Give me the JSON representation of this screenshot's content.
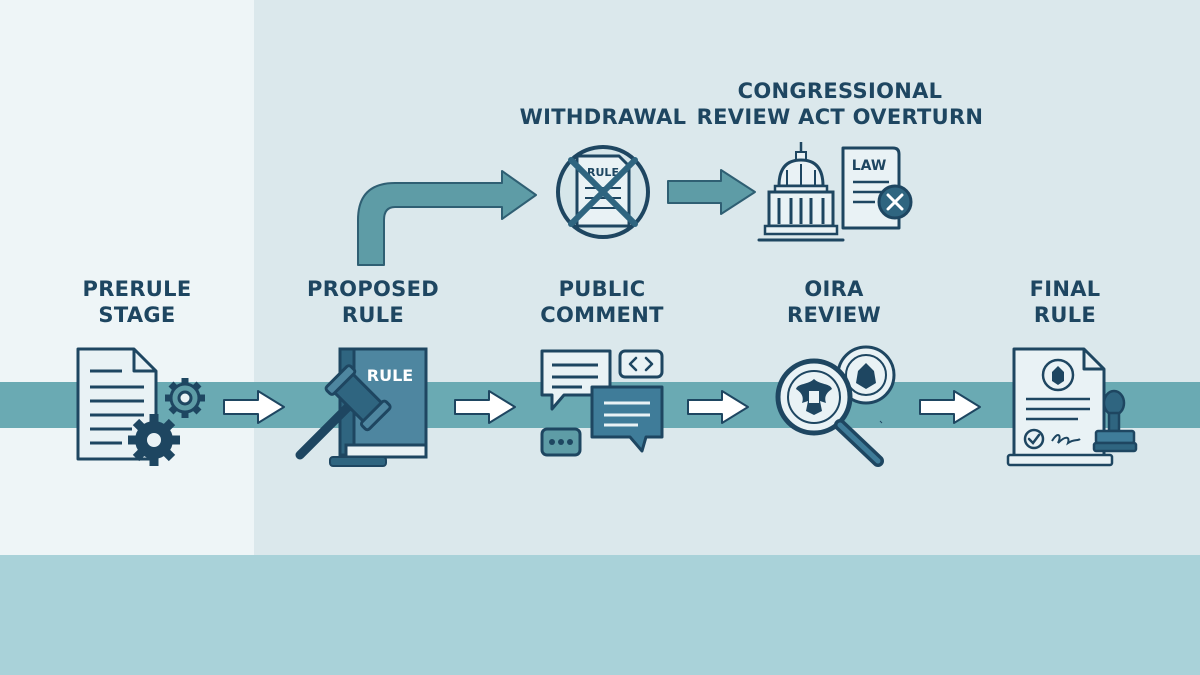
{
  "stages": [
    {
      "id": "prerule",
      "line1": "PRERULE",
      "line2": "STAGE",
      "icon": "document-gears-icon"
    },
    {
      "id": "proposed",
      "line1": "PROPOSED",
      "line2": "RULE",
      "icon": "gavel-book-icon",
      "book_text": "RULE"
    },
    {
      "id": "public",
      "line1": "PUBLIC",
      "line2": "COMMENT",
      "icon": "speech-bubbles-icon"
    },
    {
      "id": "oira",
      "line1": "OIRA",
      "line2": "REVIEW",
      "icon": "magnifier-seal-icon"
    },
    {
      "id": "final",
      "line1": "FINAL",
      "line2": "RULE",
      "icon": "signed-document-stamp-icon"
    }
  ],
  "branch": {
    "withdrawal": {
      "label": "WITHDRAWAL",
      "icon": "crossed-out-rule-icon",
      "icon_text": "RULE"
    },
    "cra": {
      "line1": "CONGRESSIONAL",
      "line2": "REVIEW ACT OVERTURN",
      "icon": "capitol-law-icon",
      "icon_text": "LAW"
    }
  },
  "colors": {
    "navy": "#1e4661",
    "teal": "#5e9ca6",
    "band": "#6aaab3",
    "pale": "#e9f2f5",
    "bottom": "#a9d2d9"
  }
}
